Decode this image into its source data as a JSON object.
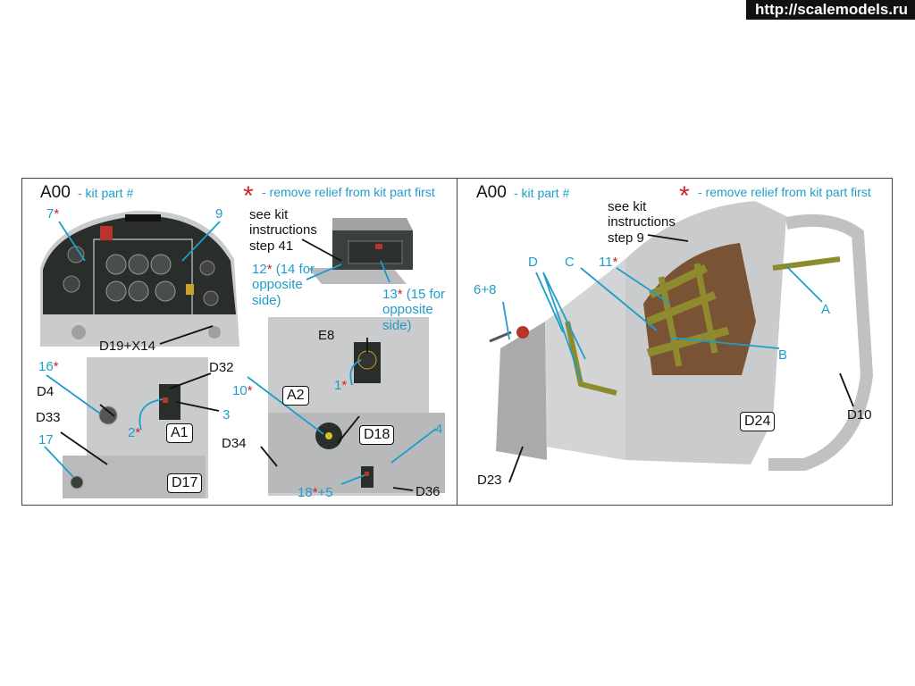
{
  "watermark": "http://scalemodels.ru",
  "left_panel": {
    "header_part": "A00",
    "header_sub": "- kit part #",
    "star_note": "- remove relief from kit part first",
    "labels": {
      "l7": "7",
      "l9": "9",
      "see_kit": "see kit\ninstructions\nstep 41",
      "l12": "12",
      "l12_note": " (14 for\nopposite\nside)",
      "l13": "13",
      "l13_note": " (15 for\nopposite\nside)",
      "d19x14": "D19+X14",
      "l16": "16",
      "d32": "D32",
      "d4": "D4",
      "l2": "2",
      "l3": "3",
      "d33": "D33",
      "l17": "17",
      "e8": "E8",
      "l1": "1",
      "l10": "10",
      "d34": "D34",
      "l18": "18",
      "l18_plus": "+5",
      "l4": "4",
      "d36": "D36"
    },
    "boxes": {
      "a1": "A1",
      "d17": "D17",
      "a2": "A2",
      "d18": "D18"
    }
  },
  "right_panel": {
    "header_part": "A00",
    "header_sub": "- kit part #",
    "star_note": "- remove relief from kit part first",
    "labels": {
      "see_kit": "see kit\ninstructions\nstep 9",
      "d": "D",
      "c": "C",
      "l11": "11",
      "l68": "6+8",
      "a": "A",
      "b": "B",
      "d23": "D23",
      "d10": "D10"
    },
    "boxes": {
      "d24": "D24"
    }
  },
  "asterisk": "*",
  "colors": {
    "cyan": "#1f9dc9",
    "red": "#d0232b",
    "text": "#111111",
    "part_grey": "#c9cbcc",
    "panel_dark": "#2a2e2b",
    "strap": "#8e8a2e",
    "cushion": "#7a5234"
  }
}
